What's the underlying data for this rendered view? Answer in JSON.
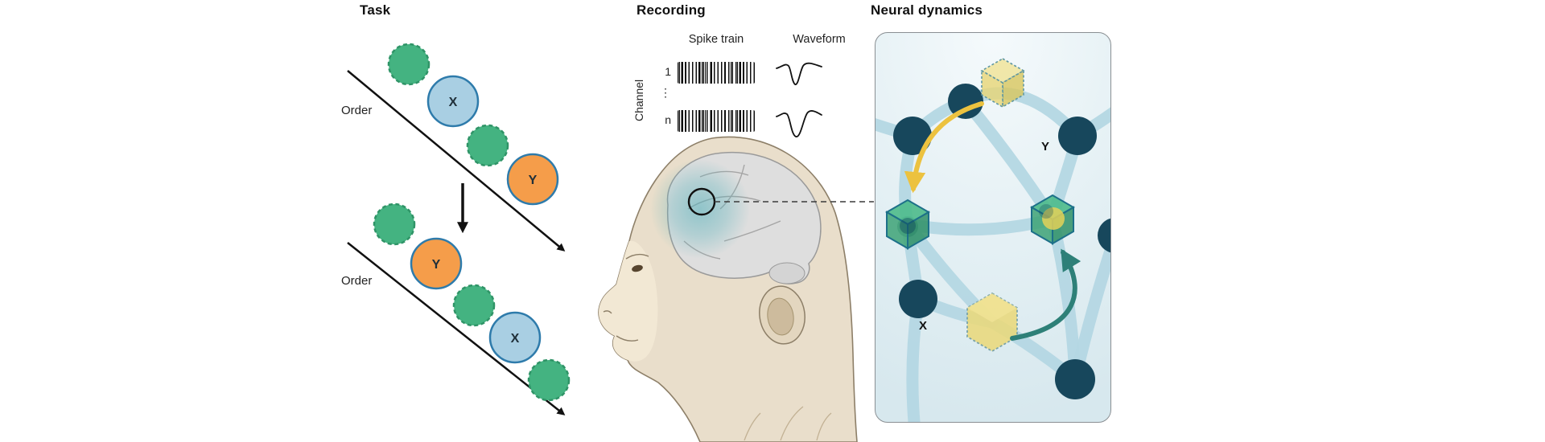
{
  "panels": {
    "task": {
      "title": "Task",
      "order_label": "Order",
      "item_x": "X",
      "item_y": "Y"
    },
    "recording": {
      "title": "Recording",
      "spike_train_label": "Spike train",
      "waveform_label": "Waveform",
      "channel_axis_label": "Channel",
      "channel_first": "1",
      "channel_ellipsis": "⋮",
      "channel_last": "n"
    },
    "neural_dynamics": {
      "title": "Neural dynamics",
      "state_y_label": "Y",
      "state_x_label": "X"
    }
  },
  "colors": {
    "item_green": "#44b381",
    "item_green_border": "#2f9467",
    "item_blue_fill": "#a9cfe3",
    "item_blue_border": "#2e7bab",
    "item_orange_fill": "#f59d4a",
    "node_dark_teal": "#17475c",
    "edge_light_blue": "#b4d7e3",
    "cube_yellow": "#e9d87b",
    "cube_green": "#3da276",
    "arrow_yellow": "#ecc23f",
    "arrow_teal": "#2e8078",
    "panel_background": "#e4f0f4",
    "brain_highlight_teal": "#50afb9",
    "head_beige": "#e9decb",
    "brain_gray": "#dedede",
    "spike_black": "#0e0e0e"
  }
}
